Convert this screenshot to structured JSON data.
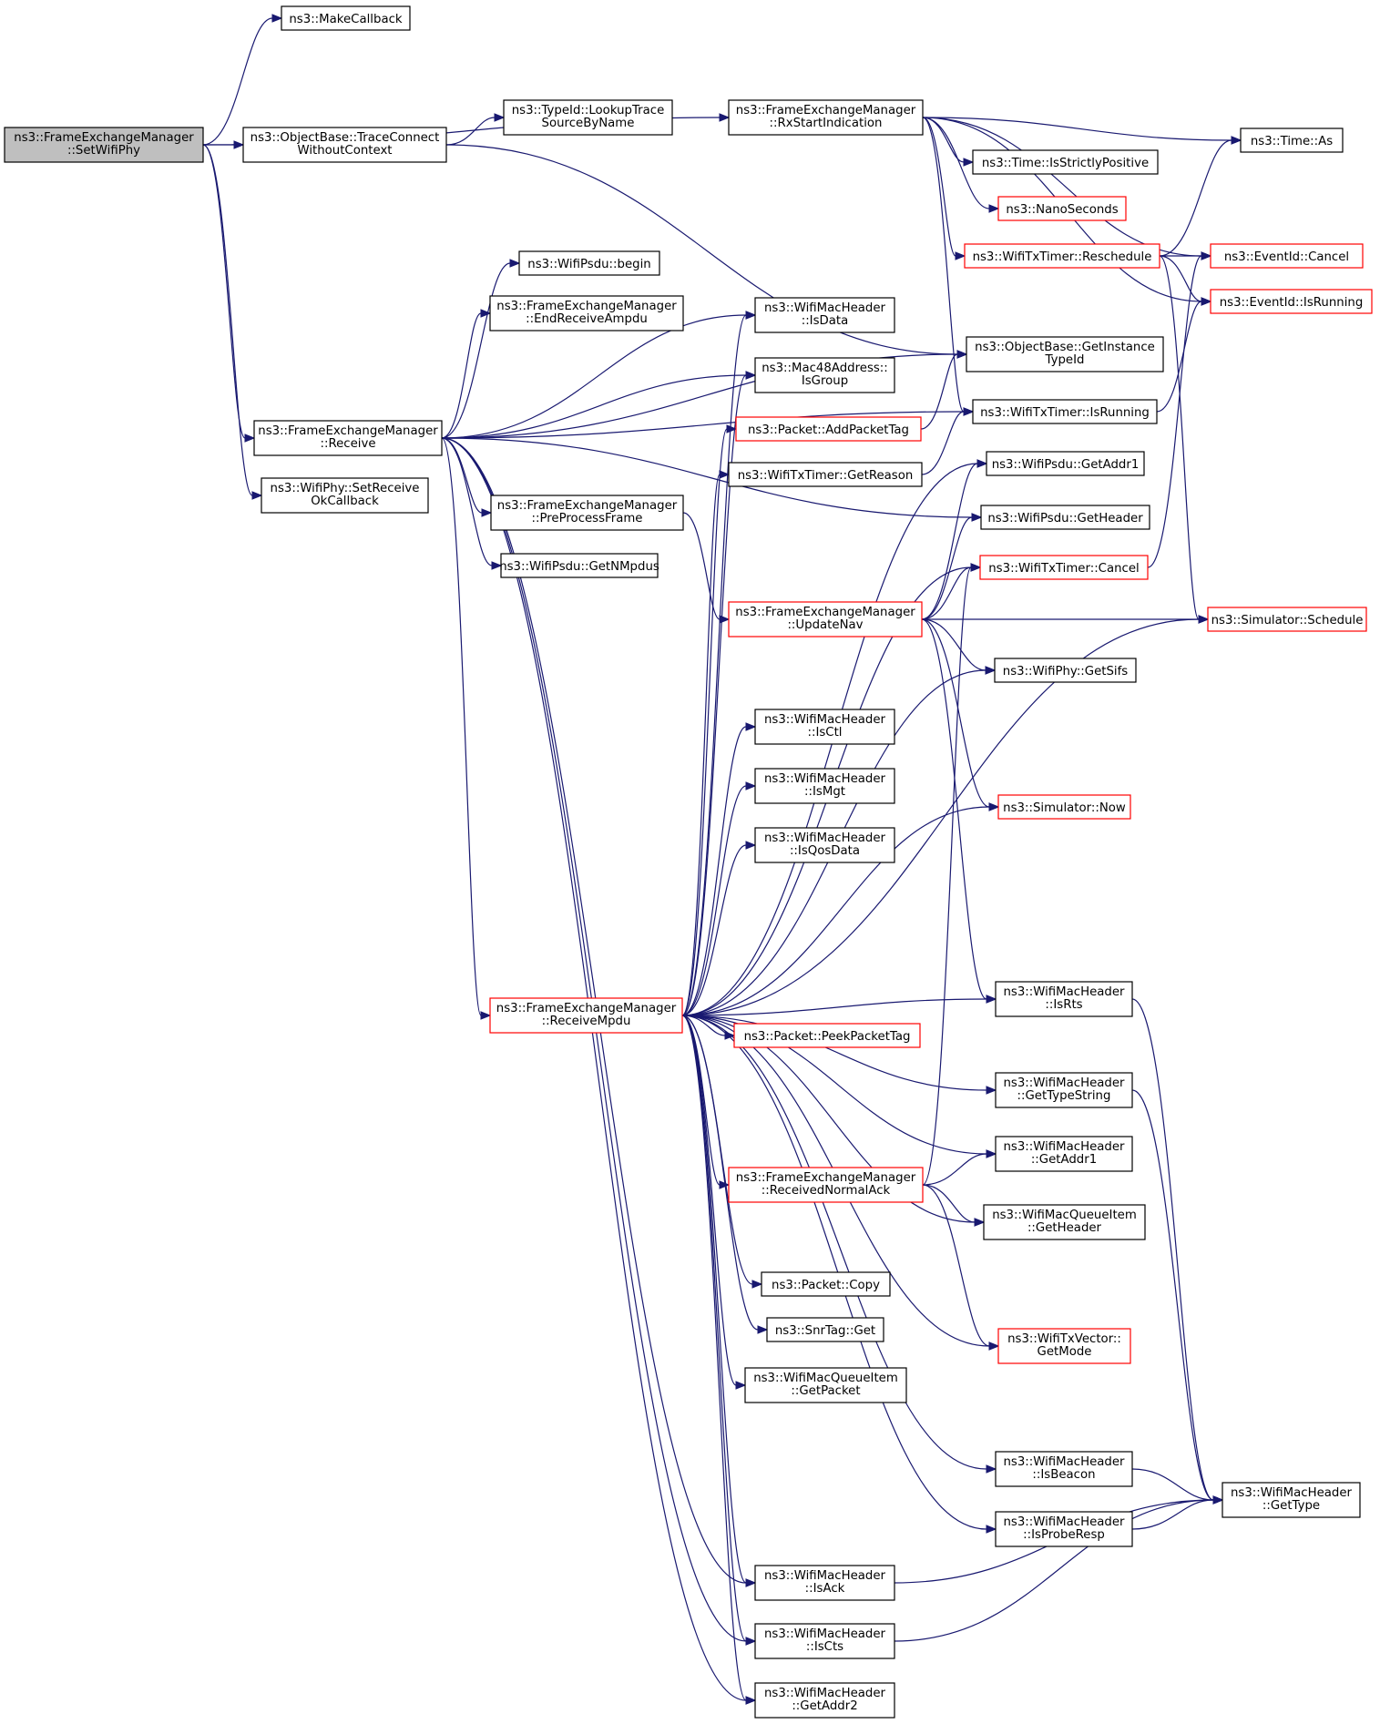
{
  "colors": {
    "edge": "#191970",
    "border": "#000000",
    "border_truncated": "#ff0000",
    "root_fill": "#bfbfbf"
  },
  "nodes": {
    "root": [
      "ns3::FrameExchangeManager",
      "::SetWifiPhy"
    ],
    "makecallback": [
      "ns3::MakeCallback"
    ],
    "traceconnect": [
      "ns3::ObjectBase::TraceConnect",
      "WithoutContext"
    ],
    "lookuptrace": [
      "ns3::TypeId::LookupTrace",
      "SourceByName"
    ],
    "rxstart": [
      "ns3::FrameExchangeManager",
      "::RxStartIndication"
    ],
    "time_as": [
      "ns3::Time::As"
    ],
    "time_pos": [
      "ns3::Time::IsStrictlyPositive"
    ],
    "nanoseconds": [
      "ns3::NanoSeconds"
    ],
    "txt_reschedule": [
      "ns3::WifiTxTimer::Reschedule"
    ],
    "eventid_cancel": [
      "ns3::EventId::Cancel"
    ],
    "eventid_running": [
      "ns3::EventId::IsRunning"
    ],
    "psdu_begin": [
      "ns3::WifiPsdu::begin"
    ],
    "endrecvampdu": [
      "ns3::FrameExchangeManager",
      "::EndReceiveAmpdu"
    ],
    "hdr_isdata": [
      "ns3::WifiMacHeader",
      "::IsData"
    ],
    "getinstance": [
      "ns3::ObjectBase::GetInstance",
      "TypeId"
    ],
    "mac48_isgroup": [
      "ns3::Mac48Address::",
      "IsGroup"
    ],
    "receive": [
      "ns3::FrameExchangeManager",
      "::Receive"
    ],
    "addpackettag": [
      "ns3::Packet::AddPacketTag"
    ],
    "txt_isrunning": [
      "ns3::WifiTxTimer::IsRunning"
    ],
    "setreceiveok": [
      "ns3::WifiPhy::SetReceive",
      "OkCallback"
    ],
    "txt_getreason": [
      "ns3::WifiTxTimer::GetReason"
    ],
    "psdu_getaddr1": [
      "ns3::WifiPsdu::GetAddr1"
    ],
    "preprocess": [
      "ns3::FrameExchangeManager",
      "::PreProcessFrame"
    ],
    "psdu_getheader": [
      "ns3::WifiPsdu::GetHeader"
    ],
    "psdu_getnmpdus": [
      "ns3::WifiPsdu::GetNMpdus"
    ],
    "txt_cancel": [
      "ns3::WifiTxTimer::Cancel"
    ],
    "updatenav": [
      "ns3::FrameExchangeManager",
      "::UpdateNav"
    ],
    "sim_schedule": [
      "ns3::Simulator::Schedule"
    ],
    "phy_getsifs": [
      "ns3::WifiPhy::GetSifs"
    ],
    "hdr_isctl": [
      "ns3::WifiMacHeader",
      "::IsCtl"
    ],
    "hdr_ismgt": [
      "ns3::WifiMacHeader",
      "::IsMgt"
    ],
    "hdr_isqosdata": [
      "ns3::WifiMacHeader",
      "::IsQosData"
    ],
    "sim_now": [
      "ns3::Simulator::Now"
    ],
    "hdr_isrts": [
      "ns3::WifiMacHeader",
      "::IsRts"
    ],
    "receivempdu": [
      "ns3::FrameExchangeManager",
      "::ReceiveMpdu"
    ],
    "peekpackettag": [
      "ns3::Packet::PeekPacketTag"
    ],
    "hdr_gettypestring": [
      "ns3::WifiMacHeader",
      "::GetTypeString"
    ],
    "hdr_getaddr1": [
      "ns3::WifiMacHeader",
      "::GetAddr1"
    ],
    "recvnormalack": [
      "ns3::FrameExchangeManager",
      "::ReceivedNormalAck"
    ],
    "qitem_getheader": [
      "ns3::WifiMacQueueItem",
      "::GetHeader"
    ],
    "packet_copy": [
      "ns3::Packet::Copy"
    ],
    "snrtag_get": [
      "ns3::SnrTag::Get"
    ],
    "txvector_getmode": [
      "ns3::WifiTxVector::",
      "GetMode"
    ],
    "qitem_getpacket": [
      "ns3::WifiMacQueueItem",
      "::GetPacket"
    ],
    "hdr_isbeacon": [
      "ns3::WifiMacHeader",
      "::IsBeacon"
    ],
    "hdr_gettype": [
      "ns3::WifiMacHeader",
      "::GetType"
    ],
    "hdr_isproberesp": [
      "ns3::WifiMacHeader",
      "::IsProbeResp"
    ],
    "hdr_isack": [
      "ns3::WifiMacHeader",
      "::IsAck"
    ],
    "hdr_iscts": [
      "ns3::WifiMacHeader",
      "::IsCts"
    ],
    "hdr_getaddr2": [
      "ns3::WifiMacHeader",
      "::GetAddr2"
    ]
  },
  "truncated": [
    "nanoseconds",
    "txt_reschedule",
    "eventid_cancel",
    "eventid_running",
    "addpackettag",
    "txt_cancel",
    "updatenav",
    "sim_schedule",
    "sim_now",
    "receivempdu",
    "peekpackettag",
    "recvnormalack",
    "txvector_getmode"
  ],
  "edges": [
    [
      "root",
      "makecallback"
    ],
    [
      "root",
      "traceconnect"
    ],
    [
      "root",
      "rxstart"
    ],
    [
      "root",
      "receive"
    ],
    [
      "root",
      "setreceiveok"
    ],
    [
      "traceconnect",
      "lookuptrace"
    ],
    [
      "traceconnect",
      "getinstance"
    ],
    [
      "rxstart",
      "time_as"
    ],
    [
      "rxstart",
      "time_pos"
    ],
    [
      "rxstart",
      "nanoseconds"
    ],
    [
      "rxstart",
      "txt_reschedule"
    ],
    [
      "rxstart",
      "eventid_cancel"
    ],
    [
      "rxstart",
      "eventid_running"
    ],
    [
      "rxstart",
      "txt_isrunning"
    ],
    [
      "txt_reschedule",
      "time_as"
    ],
    [
      "txt_reschedule",
      "eventid_cancel"
    ],
    [
      "txt_reschedule",
      "eventid_running"
    ],
    [
      "txt_reschedule",
      "sim_schedule"
    ],
    [
      "txt_isrunning",
      "eventid_running"
    ],
    [
      "txt_cancel",
      "eventid_cancel"
    ],
    [
      "receive",
      "psdu_begin"
    ],
    [
      "receive",
      "endrecvampdu"
    ],
    [
      "receive",
      "hdr_isdata"
    ],
    [
      "receive",
      "getinstance"
    ],
    [
      "receive",
      "mac48_isgroup"
    ],
    [
      "receive",
      "psdu_getheader"
    ],
    [
      "receive",
      "txt_isrunning"
    ],
    [
      "receive",
      "preprocess"
    ],
    [
      "receive",
      "psdu_getnmpdus"
    ],
    [
      "receive",
      "receivempdu"
    ],
    [
      "receive",
      "hdr_isack"
    ],
    [
      "receive",
      "hdr_iscts"
    ],
    [
      "receive",
      "hdr_getaddr2"
    ],
    [
      "addpackettag",
      "getinstance"
    ],
    [
      "txt_getreason",
      "txt_isrunning"
    ],
    [
      "preprocess",
      "updatenav"
    ],
    [
      "updatenav",
      "psdu_getaddr1"
    ],
    [
      "updatenav",
      "psdu_getheader"
    ],
    [
      "updatenav",
      "sim_schedule"
    ],
    [
      "updatenav",
      "phy_getsifs"
    ],
    [
      "updatenav",
      "sim_now"
    ],
    [
      "updatenav",
      "hdr_isrts"
    ],
    [
      "updatenav",
      "txt_cancel"
    ],
    [
      "receivempdu",
      "hdr_isdata"
    ],
    [
      "receivempdu",
      "mac48_isgroup"
    ],
    [
      "receivempdu",
      "addpackettag"
    ],
    [
      "receivempdu",
      "txt_getreason"
    ],
    [
      "receivempdu",
      "psdu_getaddr1"
    ],
    [
      "receivempdu",
      "txt_cancel"
    ],
    [
      "receivempdu",
      "phy_getsifs"
    ],
    [
      "receivempdu",
      "hdr_isctl"
    ],
    [
      "receivempdu",
      "hdr_ismgt"
    ],
    [
      "receivempdu",
      "hdr_isqosdata"
    ],
    [
      "receivempdu",
      "sim_now"
    ],
    [
      "receivempdu",
      "sim_schedule"
    ],
    [
      "receivempdu",
      "hdr_isrts"
    ],
    [
      "receivempdu",
      "peekpackettag"
    ],
    [
      "receivempdu",
      "hdr_gettypestring"
    ],
    [
      "receivempdu",
      "hdr_getaddr1"
    ],
    [
      "receivempdu",
      "recvnormalack"
    ],
    [
      "receivempdu",
      "qitem_getheader"
    ],
    [
      "receivempdu",
      "packet_copy"
    ],
    [
      "receivempdu",
      "snrtag_get"
    ],
    [
      "receivempdu",
      "qitem_getpacket"
    ],
    [
      "receivempdu",
      "txvector_getmode"
    ],
    [
      "receivempdu",
      "hdr_isbeacon"
    ],
    [
      "receivempdu",
      "hdr_isproberesp"
    ],
    [
      "receivempdu",
      "hdr_isack"
    ],
    [
      "receivempdu",
      "hdr_iscts"
    ],
    [
      "receivempdu",
      "hdr_getaddr2"
    ],
    [
      "recvnormalack",
      "hdr_getaddr1"
    ],
    [
      "recvnormalack",
      "qitem_getheader"
    ],
    [
      "recvnormalack",
      "txvector_getmode"
    ],
    [
      "recvnormalack",
      "txt_cancel"
    ],
    [
      "hdr_isrts",
      "hdr_gettype"
    ],
    [
      "hdr_gettypestring",
      "hdr_gettype"
    ],
    [
      "hdr_isbeacon",
      "hdr_gettype"
    ],
    [
      "hdr_isproberesp",
      "hdr_gettype"
    ],
    [
      "hdr_isack",
      "hdr_gettype"
    ],
    [
      "hdr_iscts",
      "hdr_gettype"
    ]
  ]
}
